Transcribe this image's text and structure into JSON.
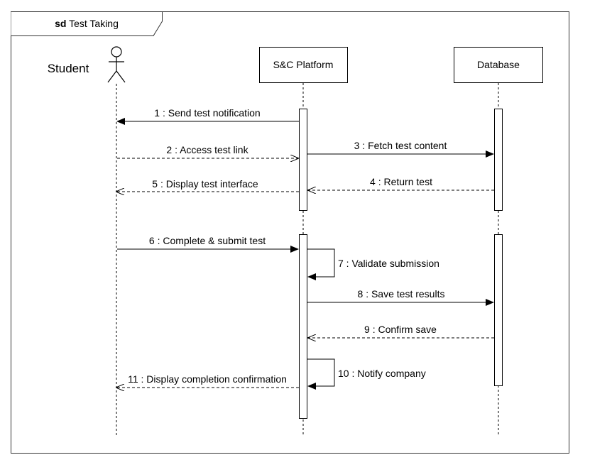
{
  "frame": {
    "keyword": "sd",
    "title": "Test Taking"
  },
  "participants": {
    "student": "Student",
    "platform": "S&C Platform",
    "database": "Database"
  },
  "messages": [
    {
      "label": "1 : Send test notification",
      "from": "platform",
      "to": "student",
      "kind": "sync"
    },
    {
      "label": "2 : Access test link",
      "from": "student",
      "to": "platform",
      "kind": "return"
    },
    {
      "label": "3 : Fetch test content",
      "from": "platform",
      "to": "database",
      "kind": "sync"
    },
    {
      "label": "4 : Return test",
      "from": "database",
      "to": "platform",
      "kind": "return"
    },
    {
      "label": "5 : Display test interface",
      "from": "platform",
      "to": "student",
      "kind": "return"
    },
    {
      "label": "6 : Complete & submit test",
      "from": "student",
      "to": "platform",
      "kind": "sync"
    },
    {
      "label": "7 : Validate submission",
      "from": "platform",
      "to": "platform",
      "kind": "self"
    },
    {
      "label": "8 : Save test results",
      "from": "platform",
      "to": "database",
      "kind": "sync"
    },
    {
      "label": "9 : Confirm save",
      "from": "database",
      "to": "platform",
      "kind": "return"
    },
    {
      "label": "10 : Notify company",
      "from": "platform",
      "to": "platform",
      "kind": "self"
    },
    {
      "label": "11 : Display completion confirmation",
      "from": "platform",
      "to": "student",
      "kind": "return"
    }
  ]
}
